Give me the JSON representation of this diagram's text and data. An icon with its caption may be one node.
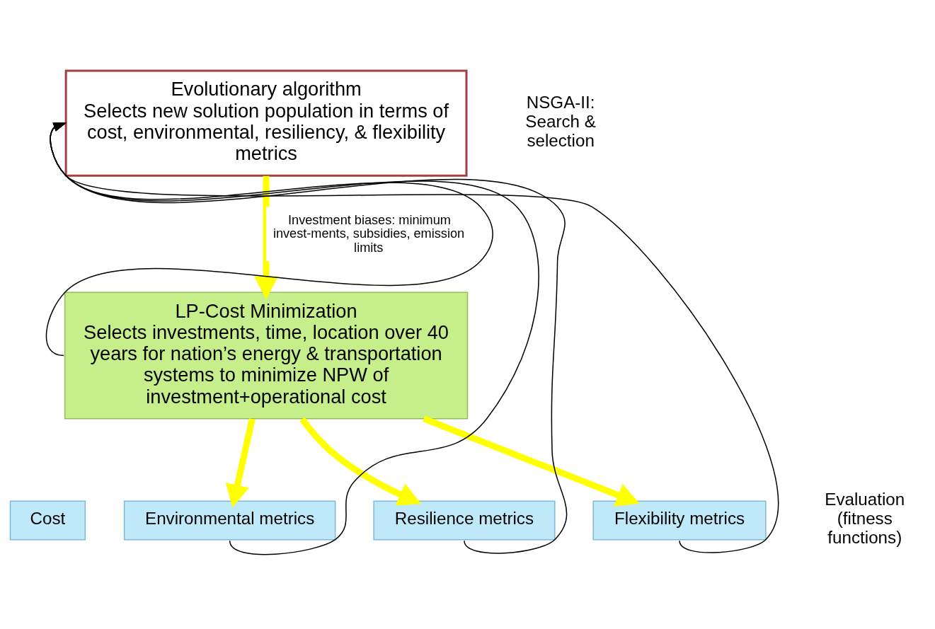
{
  "diagram": {
    "nodes": [
      {
        "text": [
          "Evolutionary algorithm",
          "Selects new solution population in terms of cost, environmental, resiliency, & flexibility metrics"
        ]
      },
      {
        "text": [
          "LP-Cost Minimization",
          "Selects investments, time, location over 40 years for nation’s energy & transportation systems to minimize NPW of investment+operational cost"
        ]
      },
      {
        "text": [
          "Cost"
        ]
      },
      {
        "text": [
          "Environmental metrics"
        ]
      },
      {
        "text": [
          "Resilience metrics"
        ]
      },
      {
        "text": [
          "Flexibility metrics"
        ]
      }
    ],
    "edges": [
      {
        "from": 0,
        "to": 1,
        "arrow": "to",
        "style": "thick",
        "color": "#ffff00",
        "label": "Investment biases: minimum invest-ments, subsidies, emission limits"
      },
      {
        "from": 1,
        "to": 3,
        "arrow": "to",
        "style": "thick",
        "color": "#ffff00"
      },
      {
        "from": 1,
        "to": 4,
        "arrow": "to",
        "style": "thick",
        "color": "#ffff00"
      },
      {
        "from": 1,
        "to": 5,
        "arrow": "to",
        "style": "thick",
        "color": "#ffff00"
      },
      {
        "from": 1,
        "to": 0,
        "arrow": "to",
        "color": "#000000"
      },
      {
        "from": 3,
        "to": 0,
        "arrow": "to",
        "color": "#000000"
      },
      {
        "from": 4,
        "to": 0,
        "arrow": "to",
        "color": "#000000"
      },
      {
        "from": 5,
        "to": 0,
        "arrow": "to",
        "color": "#000000"
      }
    ],
    "labels": [
      "NSGA-II: Search & selection",
      "Evaluation (fitness functions)"
    ]
  }
}
